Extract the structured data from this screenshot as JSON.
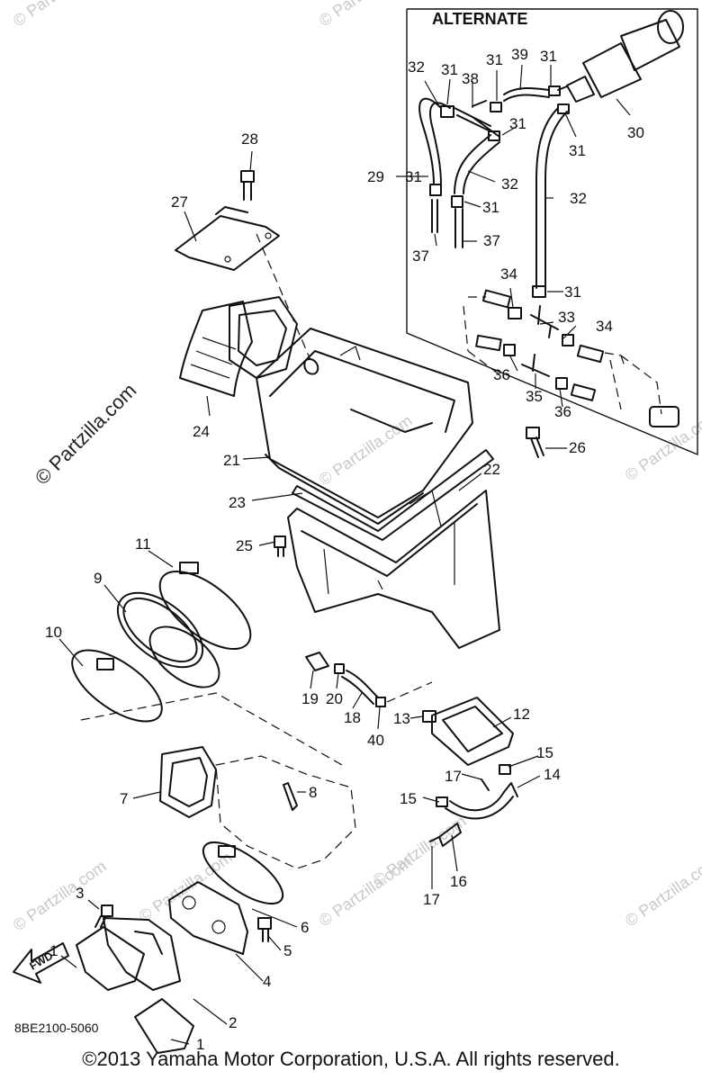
{
  "box_title": "ALTERNATE",
  "diagram_code": "8BE2100-5060",
  "copyright": "©2013 Yamaha Motor Corporation, U.S.A. All rights reserved.",
  "watermark_text": "© Partzilla.com",
  "fwd_label": "FWD",
  "callouts": [
    "1",
    "2",
    "3",
    "4",
    "5",
    "6",
    "7",
    "8",
    "9",
    "10",
    "11",
    "12",
    "13",
    "14",
    "15",
    "16",
    "17",
    "18",
    "19",
    "20",
    "21",
    "22",
    "23",
    "24",
    "25",
    "26",
    "27",
    "28",
    "29",
    "30",
    "31",
    "32",
    "33",
    "34",
    "35",
    "36",
    "37",
    "38",
    "39",
    "40"
  ]
}
